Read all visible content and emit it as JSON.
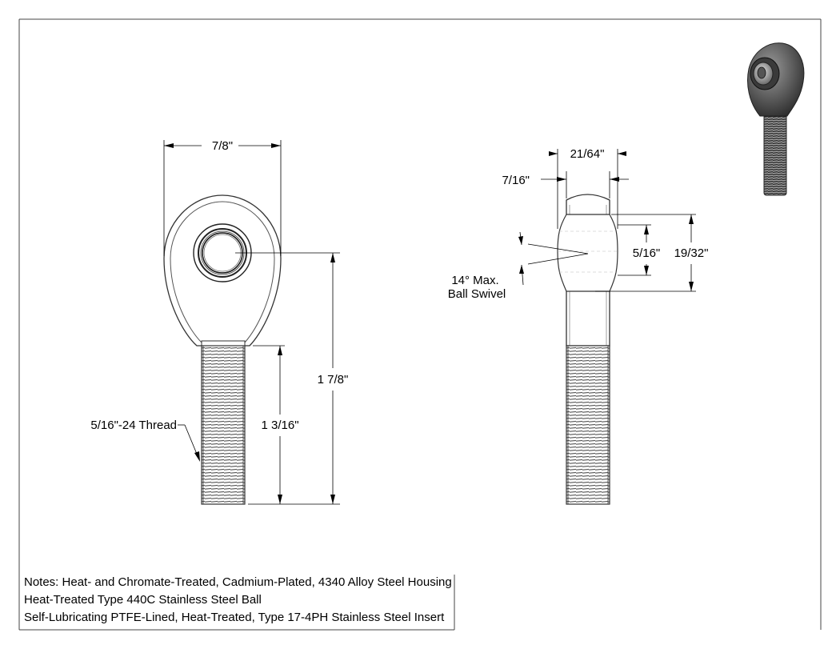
{
  "front_view": {
    "width_label": "7/8\"",
    "overall_length_label": "1 7/8\"",
    "thread_length_label": "1 3/16\"",
    "thread_label": "5/16\"-24 Thread"
  },
  "side_view": {
    "ball_width_label": "21/64\"",
    "body_width_label": "7/16\"",
    "bore_label": "5/16\"",
    "ball_dia_label": "19/32\"",
    "swivel_line1": "14° Max.",
    "swivel_line2": "Ball Swivel"
  },
  "notes": {
    "line1": "Notes:  Heat- and Chromate-Treated, Cadmium-Plated, 4340 Alloy Steel Housing",
    "line2": "Heat-Treated Type 440C Stainless Steel Ball",
    "line3": "Self-Lubricating PTFE-Lined, Heat-Treated, Type 17-4PH Stainless Steel Insert"
  },
  "thumbnail": {
    "icon": "rod-end-3d-icon"
  }
}
